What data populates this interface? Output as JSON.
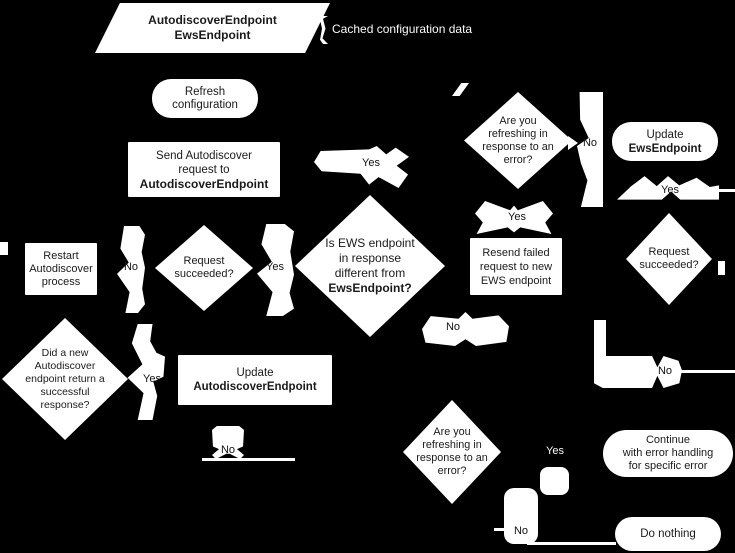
{
  "colors": {
    "background": "#000000",
    "shape_fill": "#ffffff",
    "shape_text": "#1a1a1a",
    "outside_text": "#f8f8f8"
  },
  "nodes": {
    "cache_params": {
      "line1": "AutodiscoverEndpoint",
      "line2": "EwsEndpoint"
    },
    "cached_label": "Cached configuration data",
    "refresh": {
      "line1": "Refresh",
      "line2": "configuration"
    },
    "send_autodiscover": {
      "line1": "Send Autodiscover",
      "line2": "request to",
      "line3": "AutodiscoverEndpoint"
    },
    "ews_different": {
      "line1": "Is EWS endpoint",
      "line2": "in response",
      "line3": "different from",
      "line4": "EwsEndpoint?"
    },
    "refreshing_top": {
      "line1": "Are you",
      "line2": "refreshing in",
      "line3": "response to an",
      "line4": "error?"
    },
    "update_ews": {
      "line1": "Update",
      "line2": "EwsEndpoint"
    },
    "request_succeeded_right": {
      "line1": "Request",
      "line2": "succeeded?"
    },
    "resend": {
      "line1": "Resend failed",
      "line2": "request to new",
      "line3": "EWS endpoint"
    },
    "restart": {
      "line1": "Restart",
      "line2": "Autodiscover",
      "line3": "process"
    },
    "request_succeeded_left": {
      "line1": "Request",
      "line2": "succeeded?"
    },
    "new_autodiscover": {
      "line1": "Did a new",
      "line2": "Autodiscover",
      "line3": "endpoint return a",
      "line4": "successful",
      "line5": "response?"
    },
    "update_autodiscover": {
      "line1": "Update",
      "line2": "AutodiscoverEndpoint"
    },
    "refreshing_bottom": {
      "line1": "Are you",
      "line2": "refreshing in",
      "line3": "response to an",
      "line4": "error?"
    },
    "continue_error": {
      "line1": "Continue",
      "line2": "with error handling",
      "line3": "for specific error"
    },
    "do_nothing": {
      "line1": "Do nothing"
    }
  },
  "edge_labels": {
    "yes": "Yes",
    "no": "No"
  }
}
